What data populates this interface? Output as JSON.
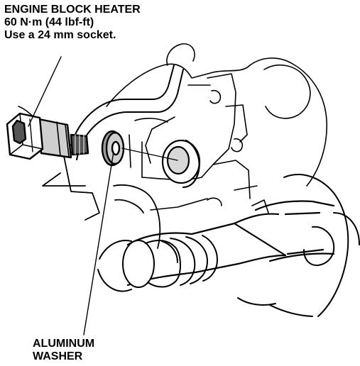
{
  "callouts": {
    "heater": {
      "line1": "ENGINE BLOCK HEATER",
      "line2": "60 N·m (44 lbf-ft)",
      "line3": "Use a 24 mm socket."
    },
    "washer": {
      "line1": "ALUMINUM",
      "line2": "WASHER"
    }
  },
  "colors": {
    "ink": "#000000",
    "shade_dark": "#555555",
    "shade_mid": "#9a9a9a",
    "shade_light": "#cfcfcf",
    "paper": "#ffffff"
  }
}
